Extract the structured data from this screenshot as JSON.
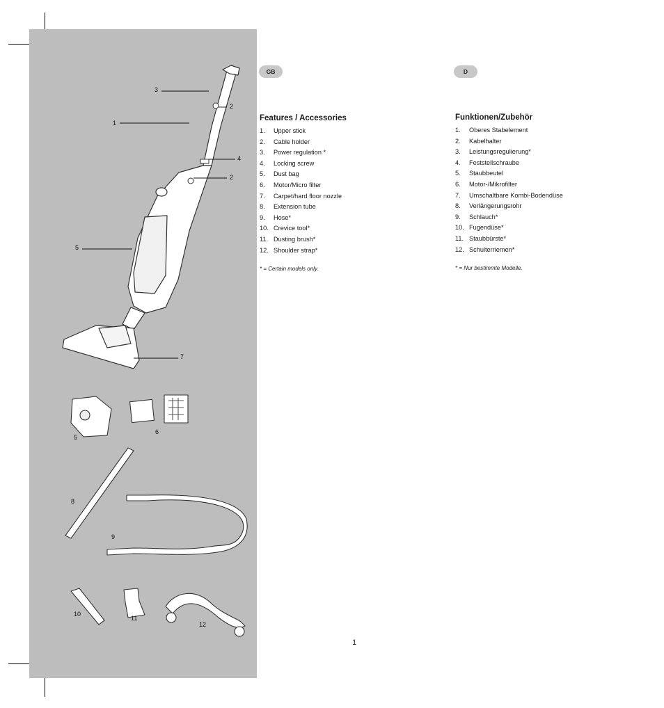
{
  "figure": {
    "callouts": {
      "c3": "3",
      "c2a": "2",
      "c1": "1",
      "c4": "4",
      "c2b": "2",
      "c5": "5",
      "c7": "7",
      "a5": "5",
      "a6": "6",
      "a8": "8",
      "a9": "9",
      "a10": "10",
      "a11": "11",
      "a12": "12"
    }
  },
  "gb": {
    "badge": "GB",
    "title": "Features / Accessories",
    "items": [
      {
        "num": "1.",
        "label": "Upper stick"
      },
      {
        "num": "2.",
        "label": "Cable holder"
      },
      {
        "num": "3.",
        "label": "Power regulation *"
      },
      {
        "num": "4.",
        "label": "Locking screw"
      },
      {
        "num": "5.",
        "label": "Dust bag"
      },
      {
        "num": "6.",
        "label": "Motor/Micro filter"
      },
      {
        "num": "7.",
        "label": "Carpet/hard floor nozzle"
      },
      {
        "num": "8.",
        "label": "Extension tube"
      },
      {
        "num": "9.",
        "label": "Hose*"
      },
      {
        "num": "10.",
        "label": "Crevice tool*"
      },
      {
        "num": "11.",
        "label": "Dusting brush*"
      },
      {
        "num": "12.",
        "label": "Shoulder strap*"
      }
    ],
    "note": "* = Certain models only."
  },
  "de": {
    "badge": "D",
    "title": "Funktionen/Zubehör",
    "items": [
      {
        "num": "1.",
        "label": "Oberes Stabelement"
      },
      {
        "num": "2.",
        "label": "Kabelhalter"
      },
      {
        "num": "3.",
        "label": "Leistungsregulierung*"
      },
      {
        "num": "4.",
        "label": "Feststellschraube"
      },
      {
        "num": "5.",
        "label": "Staubbeutel"
      },
      {
        "num": "6.",
        "label": "Motor-/Mikrofilter"
      },
      {
        "num": "7.",
        "label": "Umschaltbare Kombi-Bodendüse"
      },
      {
        "num": "8.",
        "label": "Verlängerungsrohr"
      },
      {
        "num": "9.",
        "label": "Schlauch*"
      },
      {
        "num": "10.",
        "label": "Fugendüse*"
      },
      {
        "num": "11.",
        "label": "Staubbürste*"
      },
      {
        "num": "12.",
        "label": "Schulterriemen*"
      }
    ],
    "note": "* = Nur bestimmte Modelle."
  },
  "page_number": "1"
}
